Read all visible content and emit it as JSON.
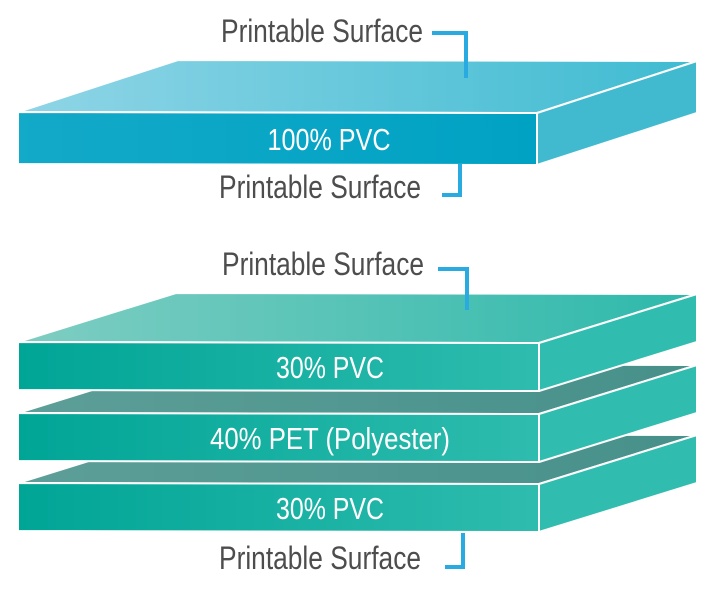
{
  "palette": {
    "connector_blue": "#29abe2",
    "label_text": "#4d4d4d",
    "slab_label_text": "#ffffff",
    "edge_white": "#ffffff",
    "pvc_sheet": {
      "top_left": "#8fd5e6",
      "top_right": "#3fbbd1",
      "front_left": "#13a9c8",
      "front_right": "#00a2c4",
      "side": "#41bacf"
    },
    "laminate": {
      "top_left": "#7fcdc2",
      "top_right": "#2db9ab",
      "front_left": "#00a596",
      "front_right": "#2ebcae",
      "side": "#30bcae",
      "shadow_top_left": "#5d9e98",
      "shadow_top_right": "#47908a"
    }
  },
  "diagram_single": {
    "top_label": "Printable Surface",
    "bottom_label": "Printable Surface",
    "layers": [
      {
        "label": "100% PVC"
      }
    ]
  },
  "diagram_laminate": {
    "top_label": "Printable Surface",
    "bottom_label": "Printable Surface",
    "layers": [
      {
        "label": "30% PVC"
      },
      {
        "label": "40% PET (Polyester)"
      },
      {
        "label": "30% PVC"
      }
    ]
  }
}
